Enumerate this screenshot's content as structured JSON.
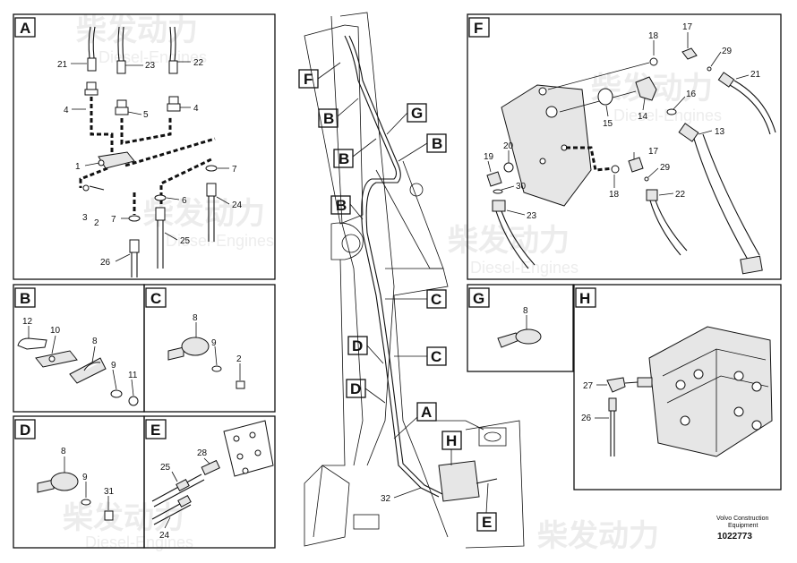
{
  "watermark": {
    "text_cn": "柴发动力",
    "text_en": "Diesel-Engines"
  },
  "footer": {
    "brand_line1": "Volvo Construction",
    "brand_line2": "Equipment",
    "drawing_number": "1022773"
  },
  "views": {
    "A": {
      "label": "A",
      "parts": [
        "21",
        "23",
        "22",
        "4",
        "5",
        "4",
        "1",
        "7",
        "3",
        "2",
        "6",
        "24",
        "7",
        "25",
        "26"
      ]
    },
    "B": {
      "label": "B",
      "parts": [
        "12",
        "10",
        "8",
        "9",
        "11"
      ]
    },
    "C": {
      "label": "C",
      "parts": [
        "8",
        "9",
        "2"
      ]
    },
    "D": {
      "label": "D",
      "parts": [
        "8",
        "9",
        "31"
      ]
    },
    "E": {
      "label": "E",
      "parts": [
        "28",
        "25",
        "24"
      ]
    },
    "F": {
      "label": "F",
      "parts": [
        "18",
        "17",
        "29",
        "21",
        "14",
        "16",
        "15",
        "13",
        "20",
        "19",
        "17",
        "29",
        "30",
        "18",
        "22",
        "23"
      ]
    },
    "G": {
      "label": "G",
      "parts": [
        "8"
      ]
    },
    "H": {
      "label": "H",
      "parts": [
        "27",
        "26"
      ]
    }
  },
  "callouts": {
    "F": "F",
    "B1": "B",
    "G": "G",
    "B2": "B",
    "B3": "B",
    "B4": "B",
    "C1": "C",
    "D1": "D",
    "C2": "C",
    "D2": "D",
    "A": "A",
    "H": "H",
    "E": "E",
    "part32": "32"
  }
}
